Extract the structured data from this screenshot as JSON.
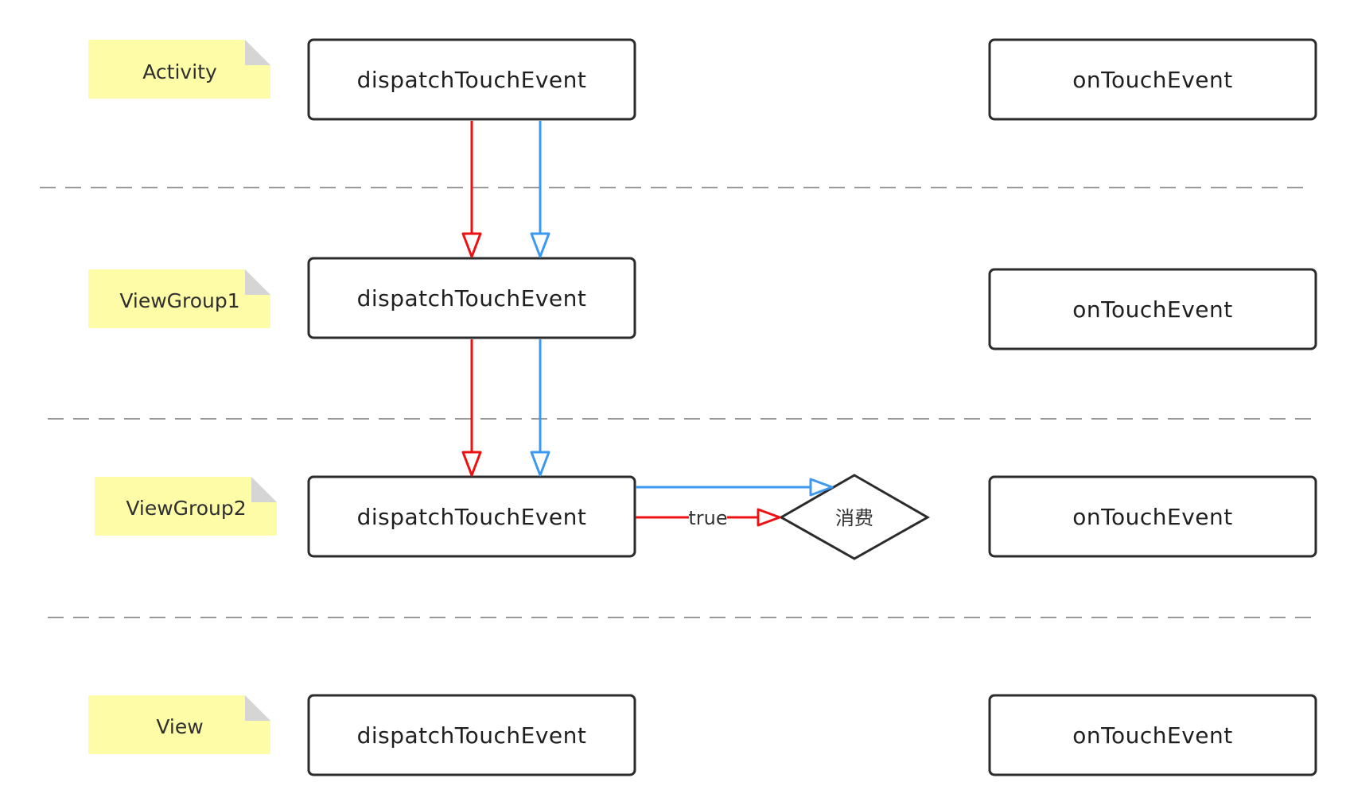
{
  "colors": {
    "note_fill": "#fefca7",
    "note_fold": "#d5d5d5",
    "box_stroke": "#2b2b2b",
    "divider": "#9a9a9a",
    "red_arrow": "#ee1111",
    "blue_arrow": "#3d98f0"
  },
  "lanes": [
    {
      "label": "Activity",
      "dispatch_label": "dispatchTouchEvent",
      "ontouch_label": "onTouchEvent"
    },
    {
      "label": "ViewGroup1",
      "dispatch_label": "dispatchTouchEvent",
      "ontouch_label": "onTouchEvent"
    },
    {
      "label": "ViewGroup2",
      "dispatch_label": "dispatchTouchEvent",
      "ontouch_label": "onTouchEvent"
    },
    {
      "label": "View",
      "dispatch_label": "dispatchTouchEvent",
      "ontouch_label": "onTouchEvent"
    }
  ],
  "edge_true_label": "true",
  "consume_label": "消费",
  "edges": [
    {
      "from": "lane0-dispatch",
      "to": "lane1-dispatch",
      "color": "red"
    },
    {
      "from": "lane0-dispatch",
      "to": "lane1-dispatch",
      "color": "blue"
    },
    {
      "from": "lane1-dispatch",
      "to": "lane2-dispatch",
      "color": "red"
    },
    {
      "from": "lane1-dispatch",
      "to": "lane2-dispatch",
      "color": "blue"
    },
    {
      "from": "lane2-dispatch",
      "to": "consume",
      "color": "red",
      "label": "true"
    },
    {
      "from": "lane2-dispatch",
      "to": "consume",
      "color": "blue"
    }
  ]
}
